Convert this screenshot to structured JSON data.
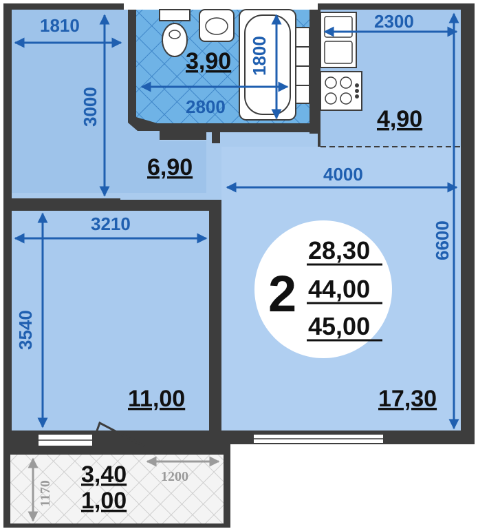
{
  "plan": {
    "rooms_count": "2",
    "totals": [
      "28,30",
      "44,00",
      "45,00"
    ],
    "areas": {
      "bathroom": "3,90",
      "kitchen": "4,90",
      "hallway": "6,90",
      "bedroom": "11,00",
      "living_room": "17,30",
      "balcony_total": "3,40",
      "balcony_reduced": "1,00"
    },
    "dimensions": {
      "top_left_width": "1810",
      "hall_height": "3000",
      "bathroom_height": "1800",
      "bathroom_width": "2800",
      "kitchen_width": "2300",
      "living_width": "4000",
      "right_height": "6600",
      "bedroom_width": "3210",
      "bedroom_height": "3540",
      "balcony_height": "1170",
      "balcony_width": "1200"
    }
  }
}
